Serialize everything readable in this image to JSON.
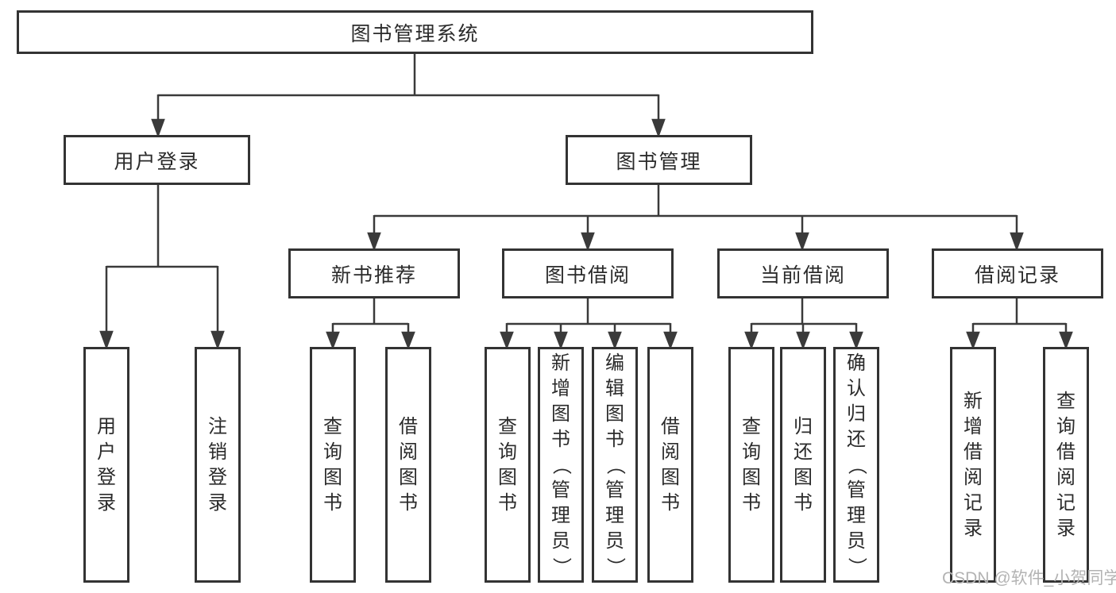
{
  "tree": {
    "label": "图书管理系统",
    "children": [
      {
        "label": "用户登录",
        "children": [
          {
            "label": "用户登录"
          },
          {
            "label": "注销登录"
          }
        ]
      },
      {
        "label": "图书管理",
        "children": [
          {
            "label": "新书推荐",
            "children": [
              {
                "label": "查询图书"
              },
              {
                "label": "借阅图书"
              }
            ]
          },
          {
            "label": "图书借阅",
            "children": [
              {
                "label": "查询图书"
              },
              {
                "label": "新增图书（管理员）"
              },
              {
                "label": "编辑图书（管理员）"
              },
              {
                "label": "借阅图书"
              }
            ]
          },
          {
            "label": "当前借阅",
            "children": [
              {
                "label": "查询图书"
              },
              {
                "label": "归还图书"
              },
              {
                "label": "确认归还（管理员）"
              }
            ]
          },
          {
            "label": "借阅记录",
            "children": [
              {
                "label": "新增借阅记录"
              },
              {
                "label": "查询借阅记录"
              }
            ]
          }
        ]
      }
    ]
  },
  "watermark": {
    "text": "CSDN @软件_小贺同学"
  },
  "colors": {
    "line": "#3a3a3a",
    "box_border": "#333333",
    "text": "#2b2b2b",
    "watermark": "#b3b3b3",
    "background": "#ffffff"
  }
}
